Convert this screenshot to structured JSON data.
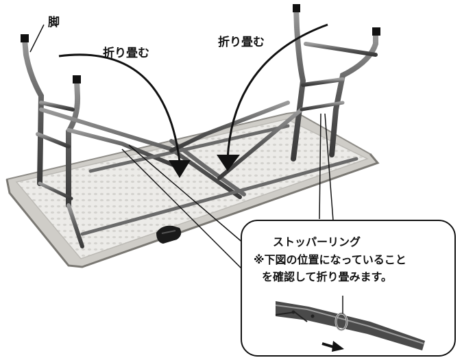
{
  "labels": {
    "leg": "脚",
    "fold_left": "折り畳む",
    "fold_right": "折り畳む"
  },
  "callout": {
    "title": "ストッパーリング",
    "line1": "※下図の位置になっていること",
    "line2": "を確認して折り畳みます。"
  },
  "colors": {
    "outline": "#111111",
    "tabletop": "#e9e9e7",
    "frame": "#6f6f6f",
    "arrow": "#111111"
  }
}
